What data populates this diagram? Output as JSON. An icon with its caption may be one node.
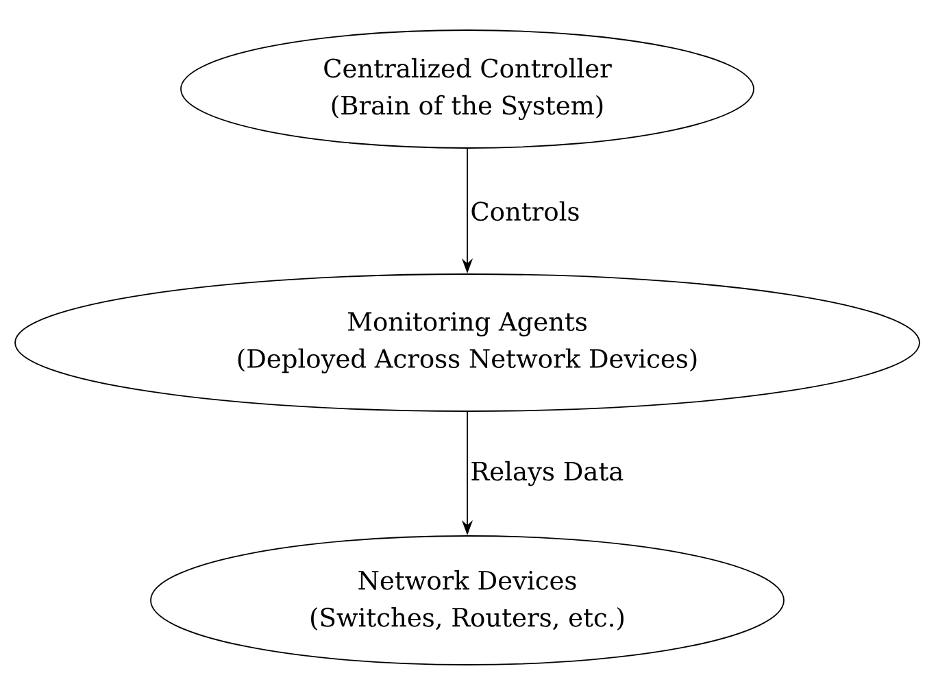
{
  "diagram": {
    "nodes": [
      {
        "text": [
          "Centralized Controller",
          "(Brain of the System)"
        ]
      },
      {
        "text": [
          "Monitoring Agents",
          "(Deployed Across Network Devices)"
        ]
      },
      {
        "text": [
          "Network Devices",
          "(Switches, Routers, etc.)"
        ]
      }
    ],
    "edges": [
      {
        "from": 0,
        "to": 1,
        "arrow": "to",
        "label": "Controls"
      },
      {
        "from": 1,
        "to": 2,
        "arrow": "to",
        "label": "Relays Data"
      }
    ]
  }
}
